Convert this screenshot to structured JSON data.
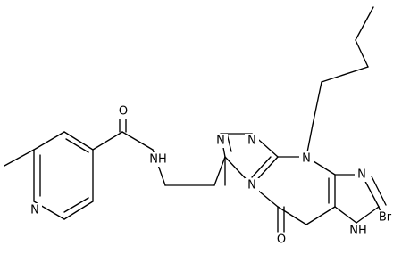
{
  "structure": {
    "atoms": [
      {
        "id": "a_n_pyr",
        "text": "N"
      },
      {
        "id": "a_o_amide",
        "text": "O"
      },
      {
        "id": "a_nh_amide",
        "text": "NH"
      },
      {
        "id": "a_n_tri_top_left",
        "text": "N"
      },
      {
        "id": "a_n_tri_top_right",
        "text": "N"
      },
      {
        "id": "a_n_ring",
        "text": "N"
      },
      {
        "id": "a_n_fused",
        "text": "N"
      },
      {
        "id": "a_n_imid",
        "text": "N"
      },
      {
        "id": "a_br",
        "text": "Br"
      },
      {
        "id": "a_nh_imid",
        "text": "NH"
      },
      {
        "id": "a_o_keto",
        "text": "O"
      }
    ],
    "colors": {
      "bond": "#000000",
      "background": "#ffffff"
    }
  }
}
